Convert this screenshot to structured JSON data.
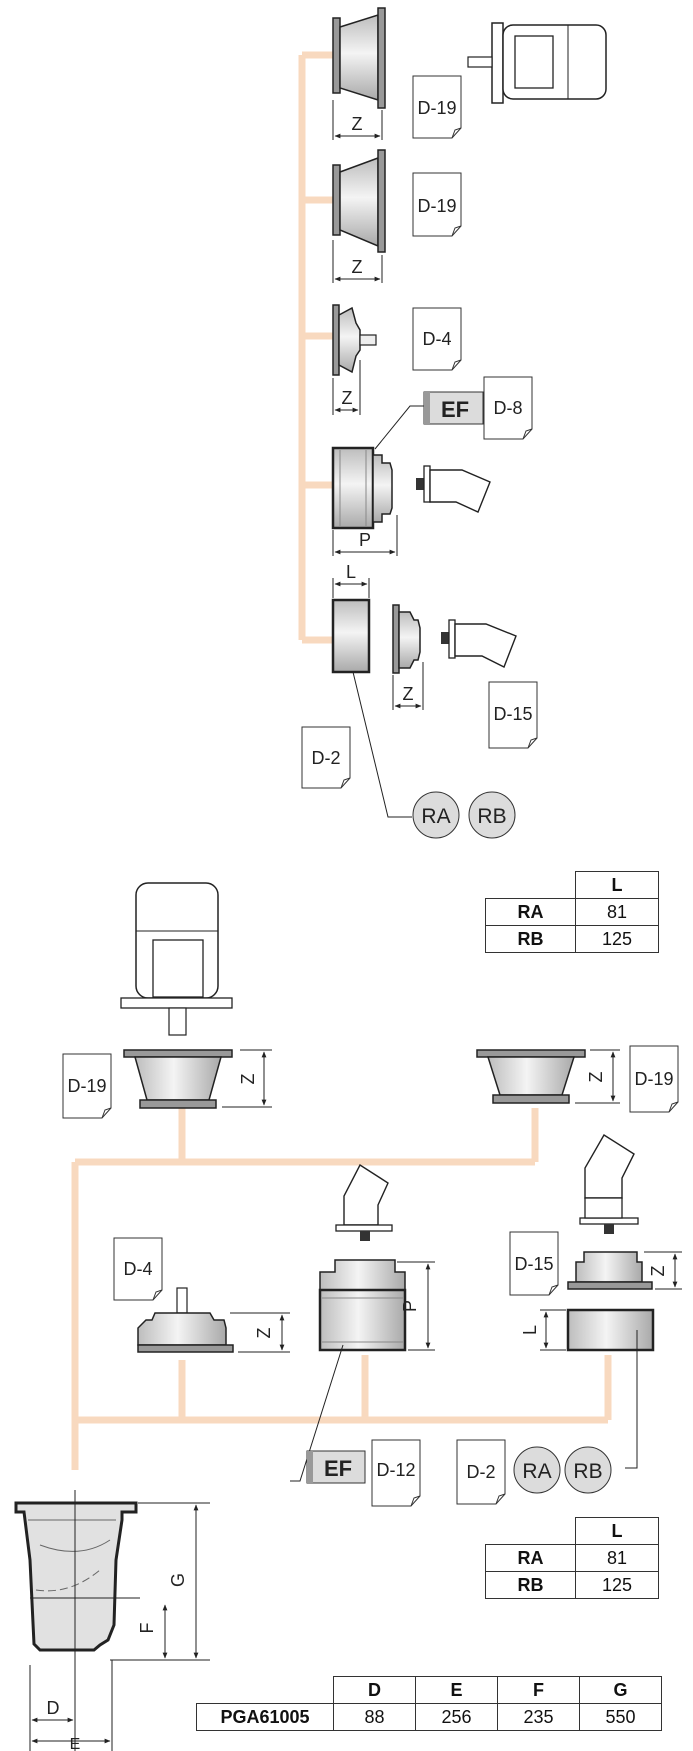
{
  "top_section": {
    "page_refs": [
      "D-19",
      "D-19",
      "D-4",
      "D-8",
      "D-15",
      "D-2"
    ],
    "dim_labels": [
      "Z",
      "Z",
      "Z",
      "P",
      "L",
      "Z"
    ],
    "tag_ef": "EF",
    "tag_ra": "RA",
    "tag_rb": "RB"
  },
  "table_top": {
    "header": "L",
    "rows": [
      {
        "name": "RA",
        "L": "81"
      },
      {
        "name": "RB",
        "L": "125"
      }
    ]
  },
  "bottom_section": {
    "page_refs": [
      "D-19",
      "D-19",
      "D-4",
      "D-15",
      "D-12",
      "D-2"
    ],
    "dim_labels": [
      "Z",
      "Z",
      "Z",
      "P",
      "Z",
      "L"
    ],
    "tag_ef": "EF",
    "tag_ra": "RA",
    "tag_rb": "RB",
    "housing_dims": [
      "G",
      "F",
      "D",
      "E"
    ]
  },
  "table_mid": {
    "header": "L",
    "rows": [
      {
        "name": "RA",
        "L": "81"
      },
      {
        "name": "RB",
        "L": "125"
      }
    ]
  },
  "table_bottom": {
    "headers": [
      "D",
      "E",
      "F",
      "G"
    ],
    "row": {
      "name": "PGA61005",
      "values": [
        "88",
        "256",
        "235",
        "550"
      ]
    }
  },
  "colors": {
    "connector": "#f8d9bf",
    "tag_fill": "#dcdcdc",
    "part_fill": "#e6e6e6",
    "outline": "#222222"
  }
}
